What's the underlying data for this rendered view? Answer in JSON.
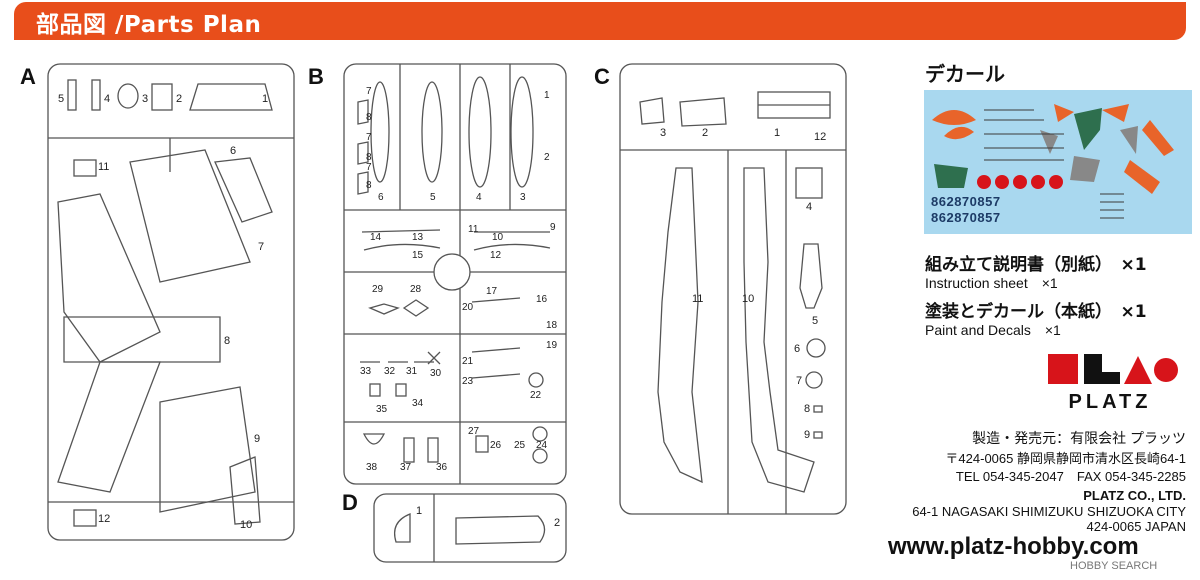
{
  "header": {
    "title": "部品図 /Parts Plan"
  },
  "runners": {
    "A": {
      "label": "A",
      "parts": [
        "5",
        "4",
        "3",
        "2",
        "1",
        "6",
        "7",
        "8",
        "9",
        "10",
        "11",
        "12"
      ]
    },
    "B": {
      "label": "B",
      "parts": [
        "7",
        "8",
        "7",
        "8",
        "7",
        "8",
        "6",
        "5",
        "4",
        "3",
        "1",
        "2",
        "14",
        "13",
        "11",
        "10",
        "9",
        "15",
        "12",
        "17",
        "16",
        "29",
        "28",
        "20",
        "18",
        "19",
        "21",
        "33",
        "32",
        "31",
        "30",
        "23",
        "22",
        "35",
        "34",
        "27",
        "26",
        "25",
        "24",
        "38",
        "37",
        "36"
      ]
    },
    "C": {
      "label": "C",
      "parts": [
        "3",
        "2",
        "1",
        "12",
        "4",
        "11",
        "10",
        "5",
        "6",
        "7",
        "8",
        "9"
      ]
    },
    "D": {
      "label": "D",
      "parts": [
        "1",
        "2"
      ]
    }
  },
  "decals": {
    "title": "デカール",
    "numbers": [
      "862870857",
      "862870857"
    ]
  },
  "contents": [
    {
      "jp": "組み立て説明書（別紙）　×1",
      "en": "Instruction sheet　×1"
    },
    {
      "jp": "塗装とデカール（本紙）　×1",
      "en": "Paint and Decals　×1"
    }
  ],
  "brand": {
    "name": "PLATZ"
  },
  "company": {
    "maker_line": "製造・発売元：有限会社 プラッツ",
    "postal_line": "〒424-0065 静岡県静岡市清水区長崎64-1",
    "tel_line": "TEL 054-345-2047　FAX 054-345-2285",
    "en_name": "PLATZ CO., LTD.",
    "en_addr1": "64-1 NAGASAKI SHIMIZUKU SHIZUOKA CITY",
    "en_addr2": "424-0065 JAPAN"
  },
  "url": "www.platz-hobby.com",
  "watermark": "HOBBY SEARCH",
  "colors": {
    "banner": "#e84e1b",
    "decal_bg": "#a9d8ef",
    "logo_red": "#d7141a"
  }
}
